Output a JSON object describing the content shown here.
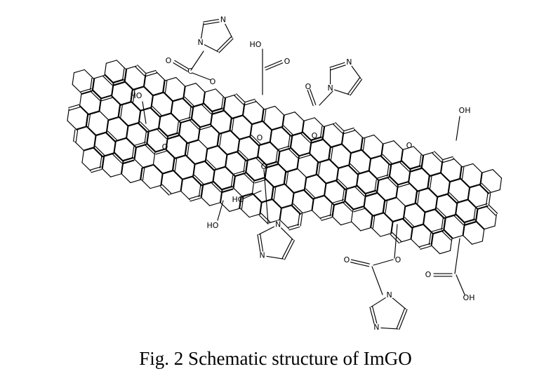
{
  "caption": "Fig. 2 Schematic structure of ImGO",
  "labels": {
    "oh": "OH",
    "ho": "HO",
    "o": "O",
    "n": "N",
    "c": "C"
  },
  "colors": {
    "ink": "#000000",
    "background": "#ffffff"
  }
}
